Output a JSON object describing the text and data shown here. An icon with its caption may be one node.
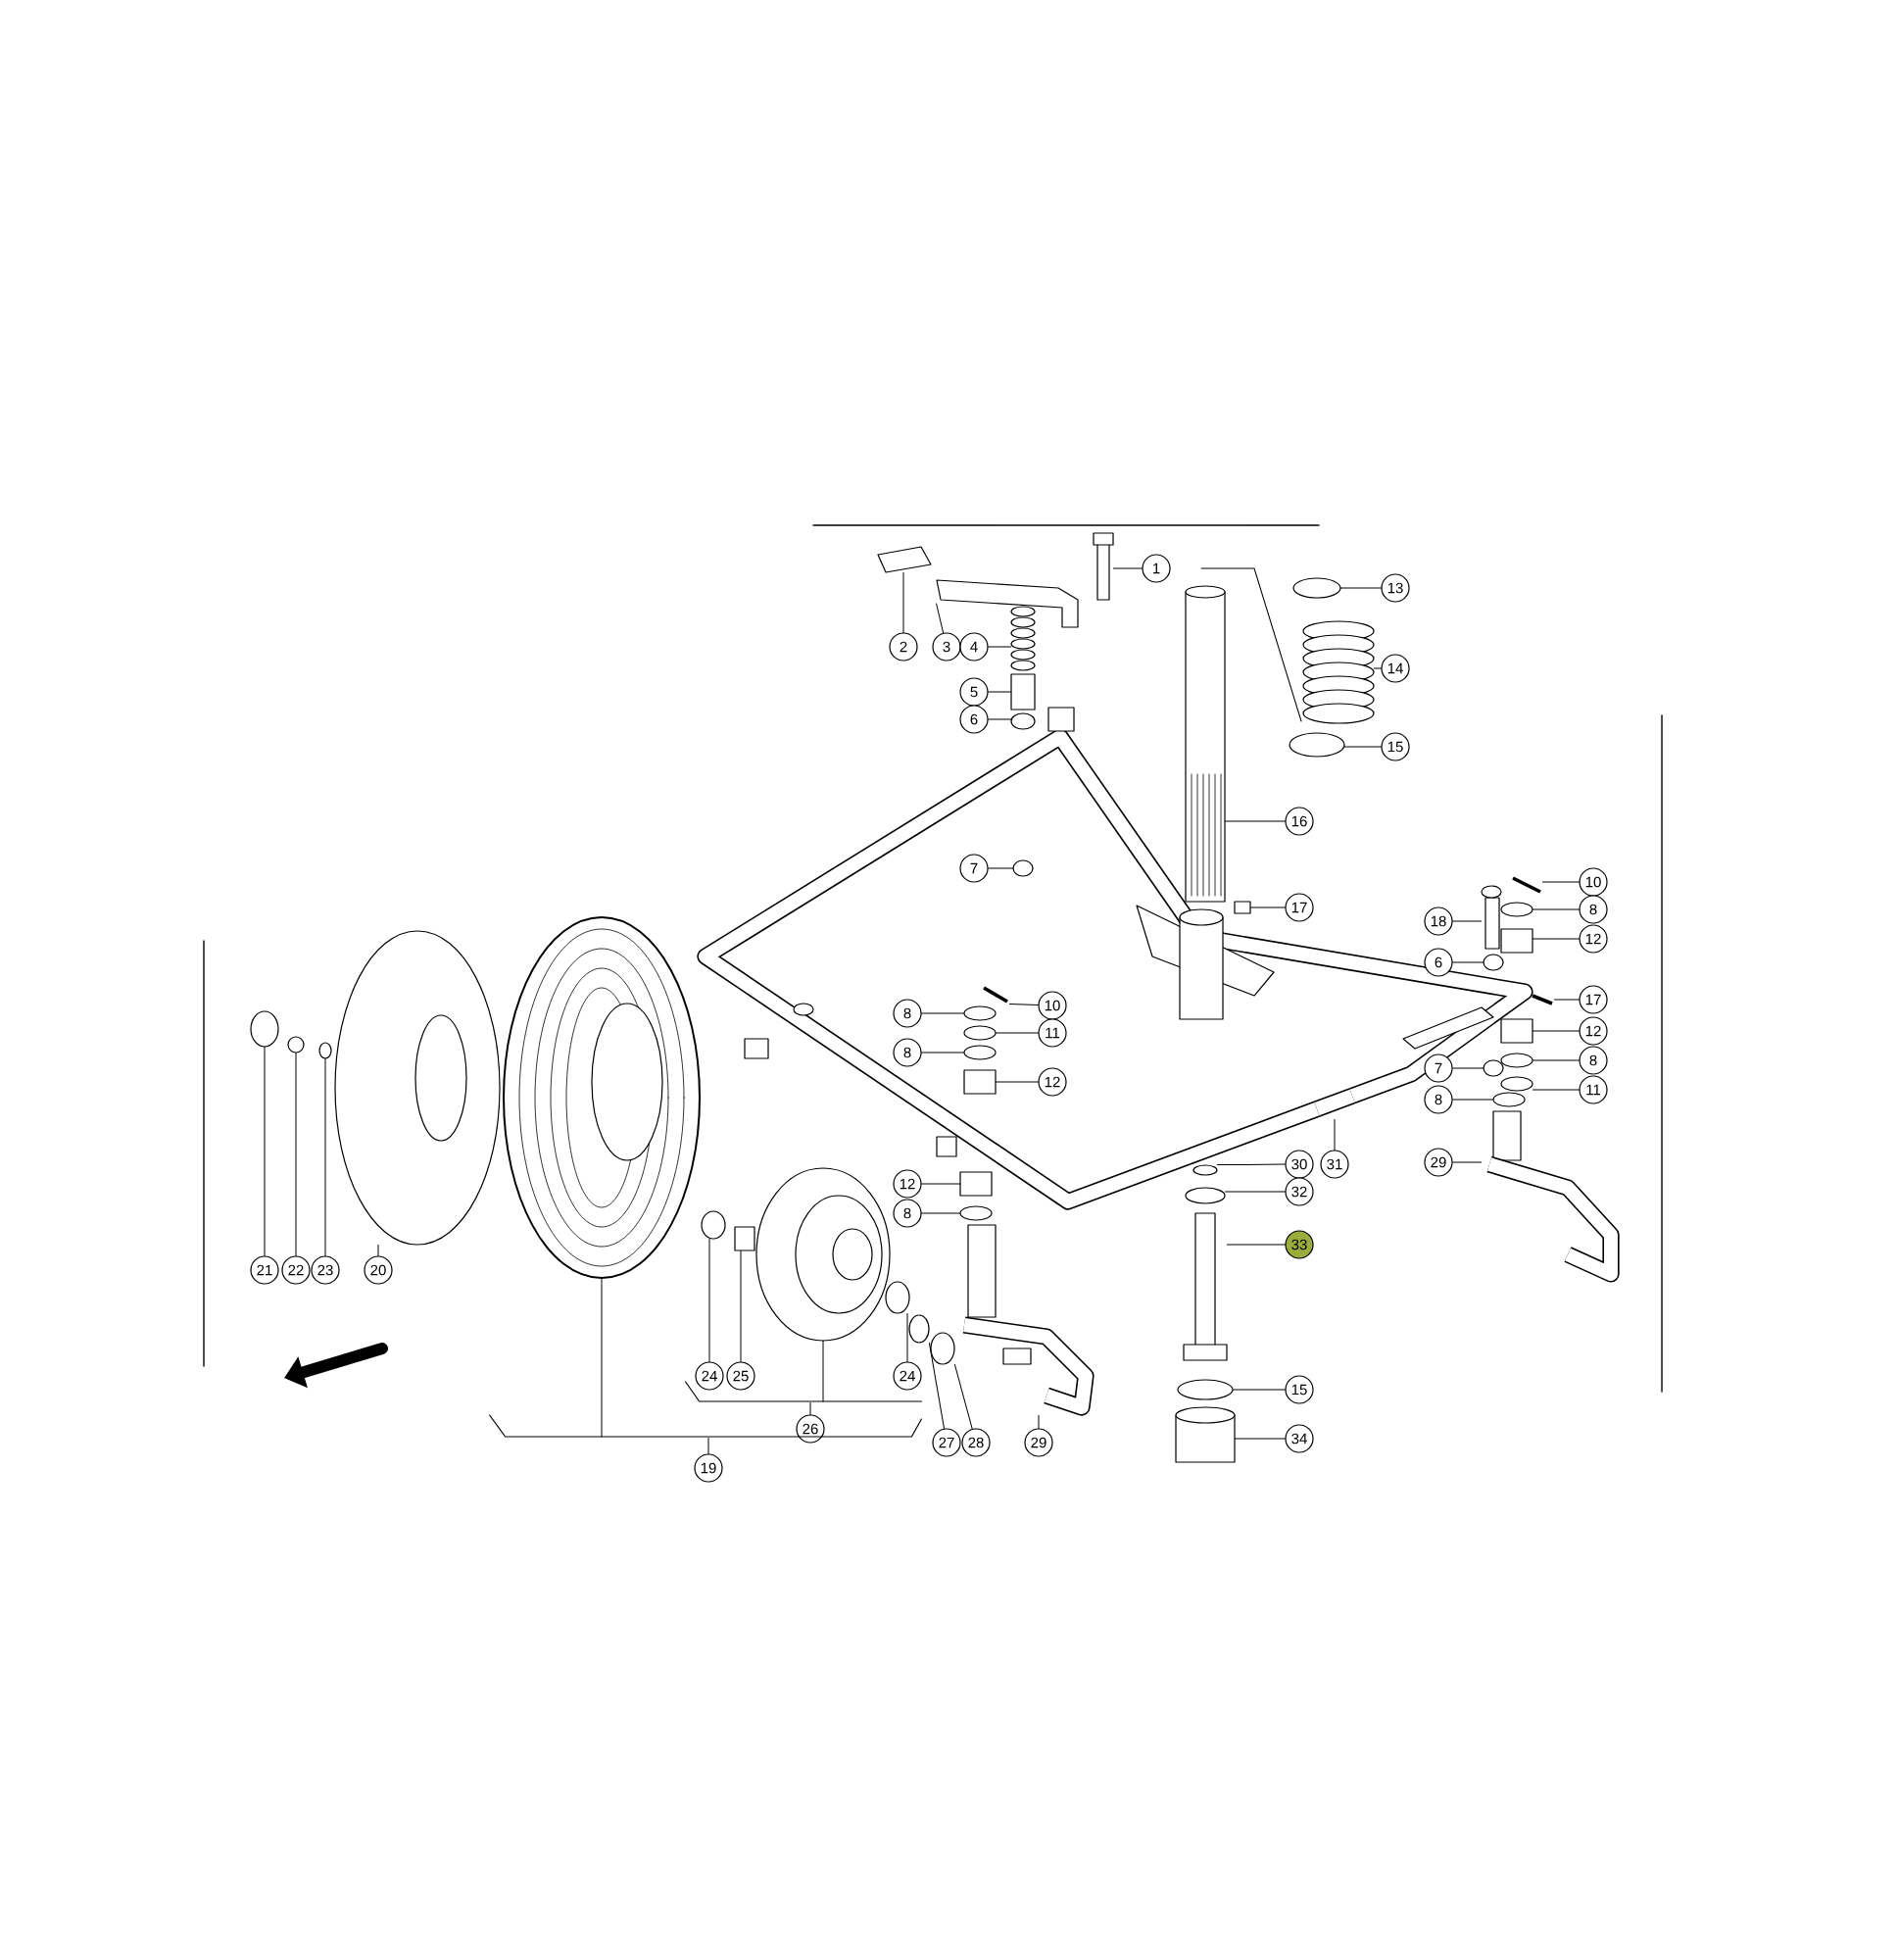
{
  "diagram": {
    "nodes": [
      {
        "text": [
          "1"
        ]
      },
      {
        "text": [
          "2"
        ]
      },
      {
        "text": [
          "3"
        ]
      },
      {
        "text": [
          "4"
        ]
      },
      {
        "text": [
          "13"
        ]
      },
      {
        "text": [
          "14"
        ]
      },
      {
        "text": [
          "15"
        ]
      },
      {
        "text": [
          "5"
        ]
      },
      {
        "text": [
          "6"
        ]
      },
      {
        "text": [
          "16"
        ]
      },
      {
        "text": [
          "7"
        ]
      },
      {
        "text": [
          "10"
        ]
      },
      {
        "text": [
          "17"
        ]
      },
      {
        "text": [
          "8"
        ]
      },
      {
        "text": [
          "18"
        ]
      },
      {
        "text": [
          "12"
        ]
      },
      {
        "text": [
          "6"
        ]
      },
      {
        "text": [
          "17"
        ]
      },
      {
        "text": [
          "10"
        ]
      },
      {
        "text": [
          "8"
        ]
      },
      {
        "text": [
          "12"
        ]
      },
      {
        "text": [
          "11"
        ]
      },
      {
        "text": [
          "8"
        ]
      },
      {
        "text": [
          "8"
        ]
      },
      {
        "text": [
          "7"
        ]
      },
      {
        "text": [
          "12"
        ]
      },
      {
        "text": [
          "11"
        ]
      },
      {
        "text": [
          "8"
        ]
      },
      {
        "text": [
          "29"
        ]
      },
      {
        "text": [
          "30"
        ]
      },
      {
        "text": [
          "31"
        ]
      },
      {
        "text": [
          "12"
        ]
      },
      {
        "text": [
          "32"
        ]
      },
      {
        "text": [
          "8"
        ]
      },
      {
        "text": [
          "33"
        ]
      },
      {
        "text": [
          "21"
        ]
      },
      {
        "text": [
          "22"
        ]
      },
      {
        "text": [
          "23"
        ]
      },
      {
        "text": [
          "20"
        ]
      },
      {
        "text": [
          "24"
        ]
      },
      {
        "text": [
          "25"
        ]
      },
      {
        "text": [
          "24"
        ]
      },
      {
        "text": [
          "15"
        ]
      },
      {
        "text": [
          "26"
        ]
      },
      {
        "text": [
          "27"
        ]
      },
      {
        "text": [
          "28"
        ]
      },
      {
        "text": [
          "29"
        ]
      },
      {
        "text": [
          "34"
        ]
      },
      {
        "text": [
          "19"
        ]
      },
      {
        "text": [],
        "shape": "bracket"
      },
      {
        "text": [],
        "shape": "bracket"
      },
      {
        "text": [],
        "shape": "box"
      },
      {
        "text": [],
        "shape": "box"
      },
      {
        "text": [],
        "shape": "picture"
      },
      {
        "text": [],
        "shape": "picture"
      },
      {
        "text": [],
        "shape": "circle"
      },
      {
        "text": [],
        "shape": "picture"
      },
      {
        "text": [],
        "shape": "circle"
      },
      {
        "text": [],
        "shape": "box"
      },
      {
        "text": [],
        "shape": "circle"
      },
      {
        "text": [],
        "shape": "picture"
      },
      {
        "text": [],
        "shape": "circle"
      },
      {
        "text": [],
        "shape": "bar"
      },
      {
        "text": [],
        "shape": "box"
      },
      {
        "text": [],
        "shape": "circle"
      },
      {
        "text": [],
        "shape": "box"
      },
      {
        "text": [],
        "shape": "box"
      },
      {
        "text": [],
        "shape": "circle"
      },
      {
        "text": [],
        "shape": "bar"
      },
      {
        "text": [],
        "shape": "bar"
      },
      {
        "text": [],
        "shape": "circle"
      },
      {
        "text": [],
        "shape": "box"
      },
      {
        "text": [],
        "shape": "circle"
      },
      {
        "text": [],
        "shape": "circle"
      },
      {
        "text": [],
        "shape": "circle"
      },
      {
        "text": [],
        "shape": "circle"
      },
      {
        "text": [],
        "shape": "box"
      },
      {
        "text": [],
        "shape": "circle"
      },
      {
        "text": [],
        "shape": "circle"
      },
      {
        "text": [],
        "shape": "picture"
      },
      {
        "text": [],
        "shape": "circle"
      },
      {
        "text": [],
        "shape": "bar"
      },
      {
        "text": [],
        "shape": "box"
      },
      {
        "text": [],
        "shape": "circle"
      },
      {
        "text": [],
        "shape": "circle"
      },
      {
        "text": [],
        "shape": "box"
      },
      {
        "text": [],
        "shape": "circle"
      },
      {
        "text": [],
        "shape": "circle"
      },
      {
        "text": [],
        "shape": "circle"
      },
      {
        "text": [],
        "shape": "picture"
      },
      {
        "text": [],
        "shape": "circle"
      },
      {
        "text": [],
        "shape": "box"
      },
      {
        "text": [],
        "shape": "circle"
      },
      {
        "text": [],
        "shape": "circle"
      },
      {
        "text": [],
        "shape": "circle"
      },
      {
        "text": [],
        "shape": "circle"
      },
      {
        "text": [],
        "shape": "picture"
      },
      {
        "text": [],
        "shape": "cylinder"
      },
      {
        "text": [],
        "shape": "picture"
      },
      {
        "text": [],
        "shape": "picture"
      }
    ],
    "edges": [
      {
        "from": 0,
        "to": 51,
        "arrow": "none"
      },
      {
        "from": 1,
        "to": 52,
        "arrow": "none"
      },
      {
        "from": 2,
        "to": 53,
        "arrow": "none"
      },
      {
        "from": 3,
        "to": 54,
        "arrow": "none"
      },
      {
        "from": 4,
        "to": 55,
        "arrow": "none"
      },
      {
        "from": 5,
        "to": 56,
        "arrow": "none"
      },
      {
        "from": 6,
        "to": 57,
        "arrow": "none"
      },
      {
        "from": 7,
        "to": 58,
        "arrow": "none"
      },
      {
        "from": 8,
        "to": 59,
        "arrow": "none"
      },
      {
        "from": 9,
        "to": 60,
        "arrow": "none"
      },
      {
        "from": 10,
        "to": 61,
        "arrow": "none"
      },
      {
        "from": 11,
        "to": 62,
        "arrow": "none"
      },
      {
        "from": 12,
        "to": 63,
        "arrow": "none"
      },
      {
        "from": 13,
        "to": 64,
        "arrow": "none"
      },
      {
        "from": 14,
        "to": 65,
        "arrow": "none"
      },
      {
        "from": 15,
        "to": 66,
        "arrow": "none"
      },
      {
        "from": 16,
        "to": 67,
        "arrow": "none"
      },
      {
        "from": 17,
        "to": 68,
        "arrow": "none"
      },
      {
        "from": 18,
        "to": 69,
        "arrow": "none"
      },
      {
        "from": 19,
        "to": 70,
        "arrow": "none"
      },
      {
        "from": 20,
        "to": 71,
        "arrow": "none"
      },
      {
        "from": 21,
        "to": 72,
        "arrow": "none"
      },
      {
        "from": 22,
        "to": 73,
        "arrow": "none"
      },
      {
        "from": 23,
        "to": 74,
        "arrow": "none"
      },
      {
        "from": 24,
        "to": 75,
        "arrow": "none"
      },
      {
        "from": 25,
        "to": 76,
        "arrow": "none"
      },
      {
        "from": 26,
        "to": 77,
        "arrow": "none"
      },
      {
        "from": 27,
        "to": 78,
        "arrow": "none"
      },
      {
        "from": 28,
        "to": 79,
        "arrow": "none"
      },
      {
        "from": 29,
        "to": 80,
        "arrow": "none"
      },
      {
        "from": 30,
        "to": 81,
        "arrow": "none"
      },
      {
        "from": 31,
        "to": 82,
        "arrow": "none"
      },
      {
        "from": 32,
        "to": 83,
        "arrow": "none"
      },
      {
        "from": 33,
        "to": 84,
        "arrow": "none"
      },
      {
        "from": 34,
        "to": 85,
        "arrow": "none"
      },
      {
        "from": 35,
        "to": 86,
        "arrow": "none"
      },
      {
        "from": 36,
        "to": 87,
        "arrow": "none"
      },
      {
        "from": 37,
        "to": 88,
        "arrow": "none"
      },
      {
        "from": 38,
        "to": 89,
        "arrow": "none"
      },
      {
        "from": 39,
        "to": 90,
        "arrow": "none"
      },
      {
        "from": 40,
        "to": 91,
        "arrow": "none"
      },
      {
        "from": 41,
        "to": 92,
        "arrow": "none"
      },
      {
        "from": 42,
        "to": 93,
        "arrow": "none"
      },
      {
        "from": 43,
        "to": 49,
        "arrow": "none"
      },
      {
        "from": 44,
        "to": 94,
        "arrow": "none"
      },
      {
        "from": 45,
        "to": 95,
        "arrow": "none"
      },
      {
        "from": 46,
        "to": 96,
        "arrow": "none"
      },
      {
        "from": 47,
        "to": 97,
        "arrow": "none"
      },
      {
        "from": 48,
        "to": 50,
        "arrow": "none"
      },
      {
        "from": 49,
        "to": 98,
        "arrow": "none"
      },
      {
        "from": 50,
        "to": 99,
        "arrow": "none"
      }
    ]
  }
}
